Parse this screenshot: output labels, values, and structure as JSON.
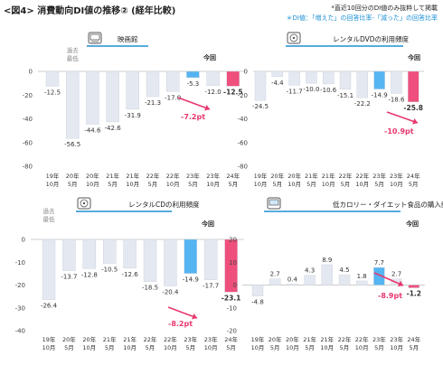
{
  "header": {
    "title": "<図4> 消費動向DI値の推移② (経年比較)",
    "note1": "*直近10回分のDI値のみ抜粋して掲載",
    "note2": "＊DI値：「増えた」の回答比率-「減った」の回答比率"
  },
  "labels": {
    "current": "今回",
    "past_low_line1": "過去",
    "past_low_line2": "最低"
  },
  "colors": {
    "bar": "#e4e8f0",
    "highlight": "#55b4f2",
    "current": "#ef4f7c",
    "arrow": "#e8386d",
    "title_line": "#1e90d4"
  },
  "chart_data": [
    {
      "type": "bar",
      "title": "映画館",
      "icon": "movie-theater-icon",
      "categories": [
        "19年10月",
        "20年5月",
        "20年10月",
        "21年5月",
        "21年10月",
        "22年5月",
        "22年10月",
        "23年5月",
        "23年10月",
        "24年5月"
      ],
      "values": [
        -12.5,
        -56.5,
        -44.6,
        -42.6,
        -31.9,
        -21.3,
        -17.0,
        -5.3,
        -12.0,
        -12.5
      ],
      "ylim": [
        -80,
        0
      ],
      "yticks": [
        0,
        -20,
        -40,
        -60,
        -80
      ],
      "highlight_index": 7,
      "current_index": 9,
      "past_low_index": 1,
      "change_label": "-7.2pt",
      "grid": false
    },
    {
      "type": "bar",
      "title": "レンタルDVDの利用頻度",
      "icon": "dvd-icon",
      "categories": [
        "19年10月",
        "20年5月",
        "20年10月",
        "21年5月",
        "21年10月",
        "22年5月",
        "22年10月",
        "23年5月",
        "23年10月",
        "24年5月"
      ],
      "values": [
        -24.5,
        -4.4,
        -11.7,
        -10.0,
        -10.6,
        -15.1,
        -22.2,
        -14.9,
        -18.6,
        -25.8
      ],
      "ylim": [
        -80,
        0
      ],
      "yticks": [
        0,
        -20,
        -40,
        -60,
        -80
      ],
      "highlight_index": 7,
      "current_index": 9,
      "past_low_index": null,
      "change_label": "-10.9pt",
      "grid": false
    },
    {
      "type": "bar",
      "title": "レンタルCDの利用頻度",
      "icon": "cd-icon",
      "categories": [
        "19年10月",
        "20年5月",
        "20年10月",
        "21年5月",
        "21年10月",
        "22年5月",
        "22年10月",
        "23年5月",
        "23年10月",
        "24年5月"
      ],
      "values": [
        -26.4,
        -13.7,
        -12.8,
        -10.5,
        -12.6,
        -18.5,
        -20.4,
        -14.9,
        -17.7,
        -23.1
      ],
      "ylim": [
        -40,
        0
      ],
      "yticks": [
        0,
        -10,
        -20,
        -30,
        -40
      ],
      "highlight_index": 7,
      "current_index": 9,
      "past_low_index": 0,
      "change_label": "-8.2pt",
      "grid": false
    },
    {
      "type": "bar",
      "title": "低カロリー・ダイエット食品の購入頻度",
      "icon": "laptop-icon",
      "categories": [
        "19年10月",
        "20年5月",
        "20年10月",
        "21年5月",
        "21年10月",
        "22年5月",
        "22年10月",
        "23年5月",
        "23年10月",
        "24年5月"
      ],
      "values": [
        -4.8,
        2.7,
        0.4,
        4.3,
        8.9,
        4.5,
        1.8,
        7.7,
        2.7,
        -1.2
      ],
      "ylim": [
        -20,
        20
      ],
      "yticks": [
        20,
        10,
        0,
        -10,
        -20
      ],
      "highlight_index": 7,
      "current_index": 9,
      "past_low_index": null,
      "change_label": "-8.9pt",
      "grid": false
    }
  ]
}
